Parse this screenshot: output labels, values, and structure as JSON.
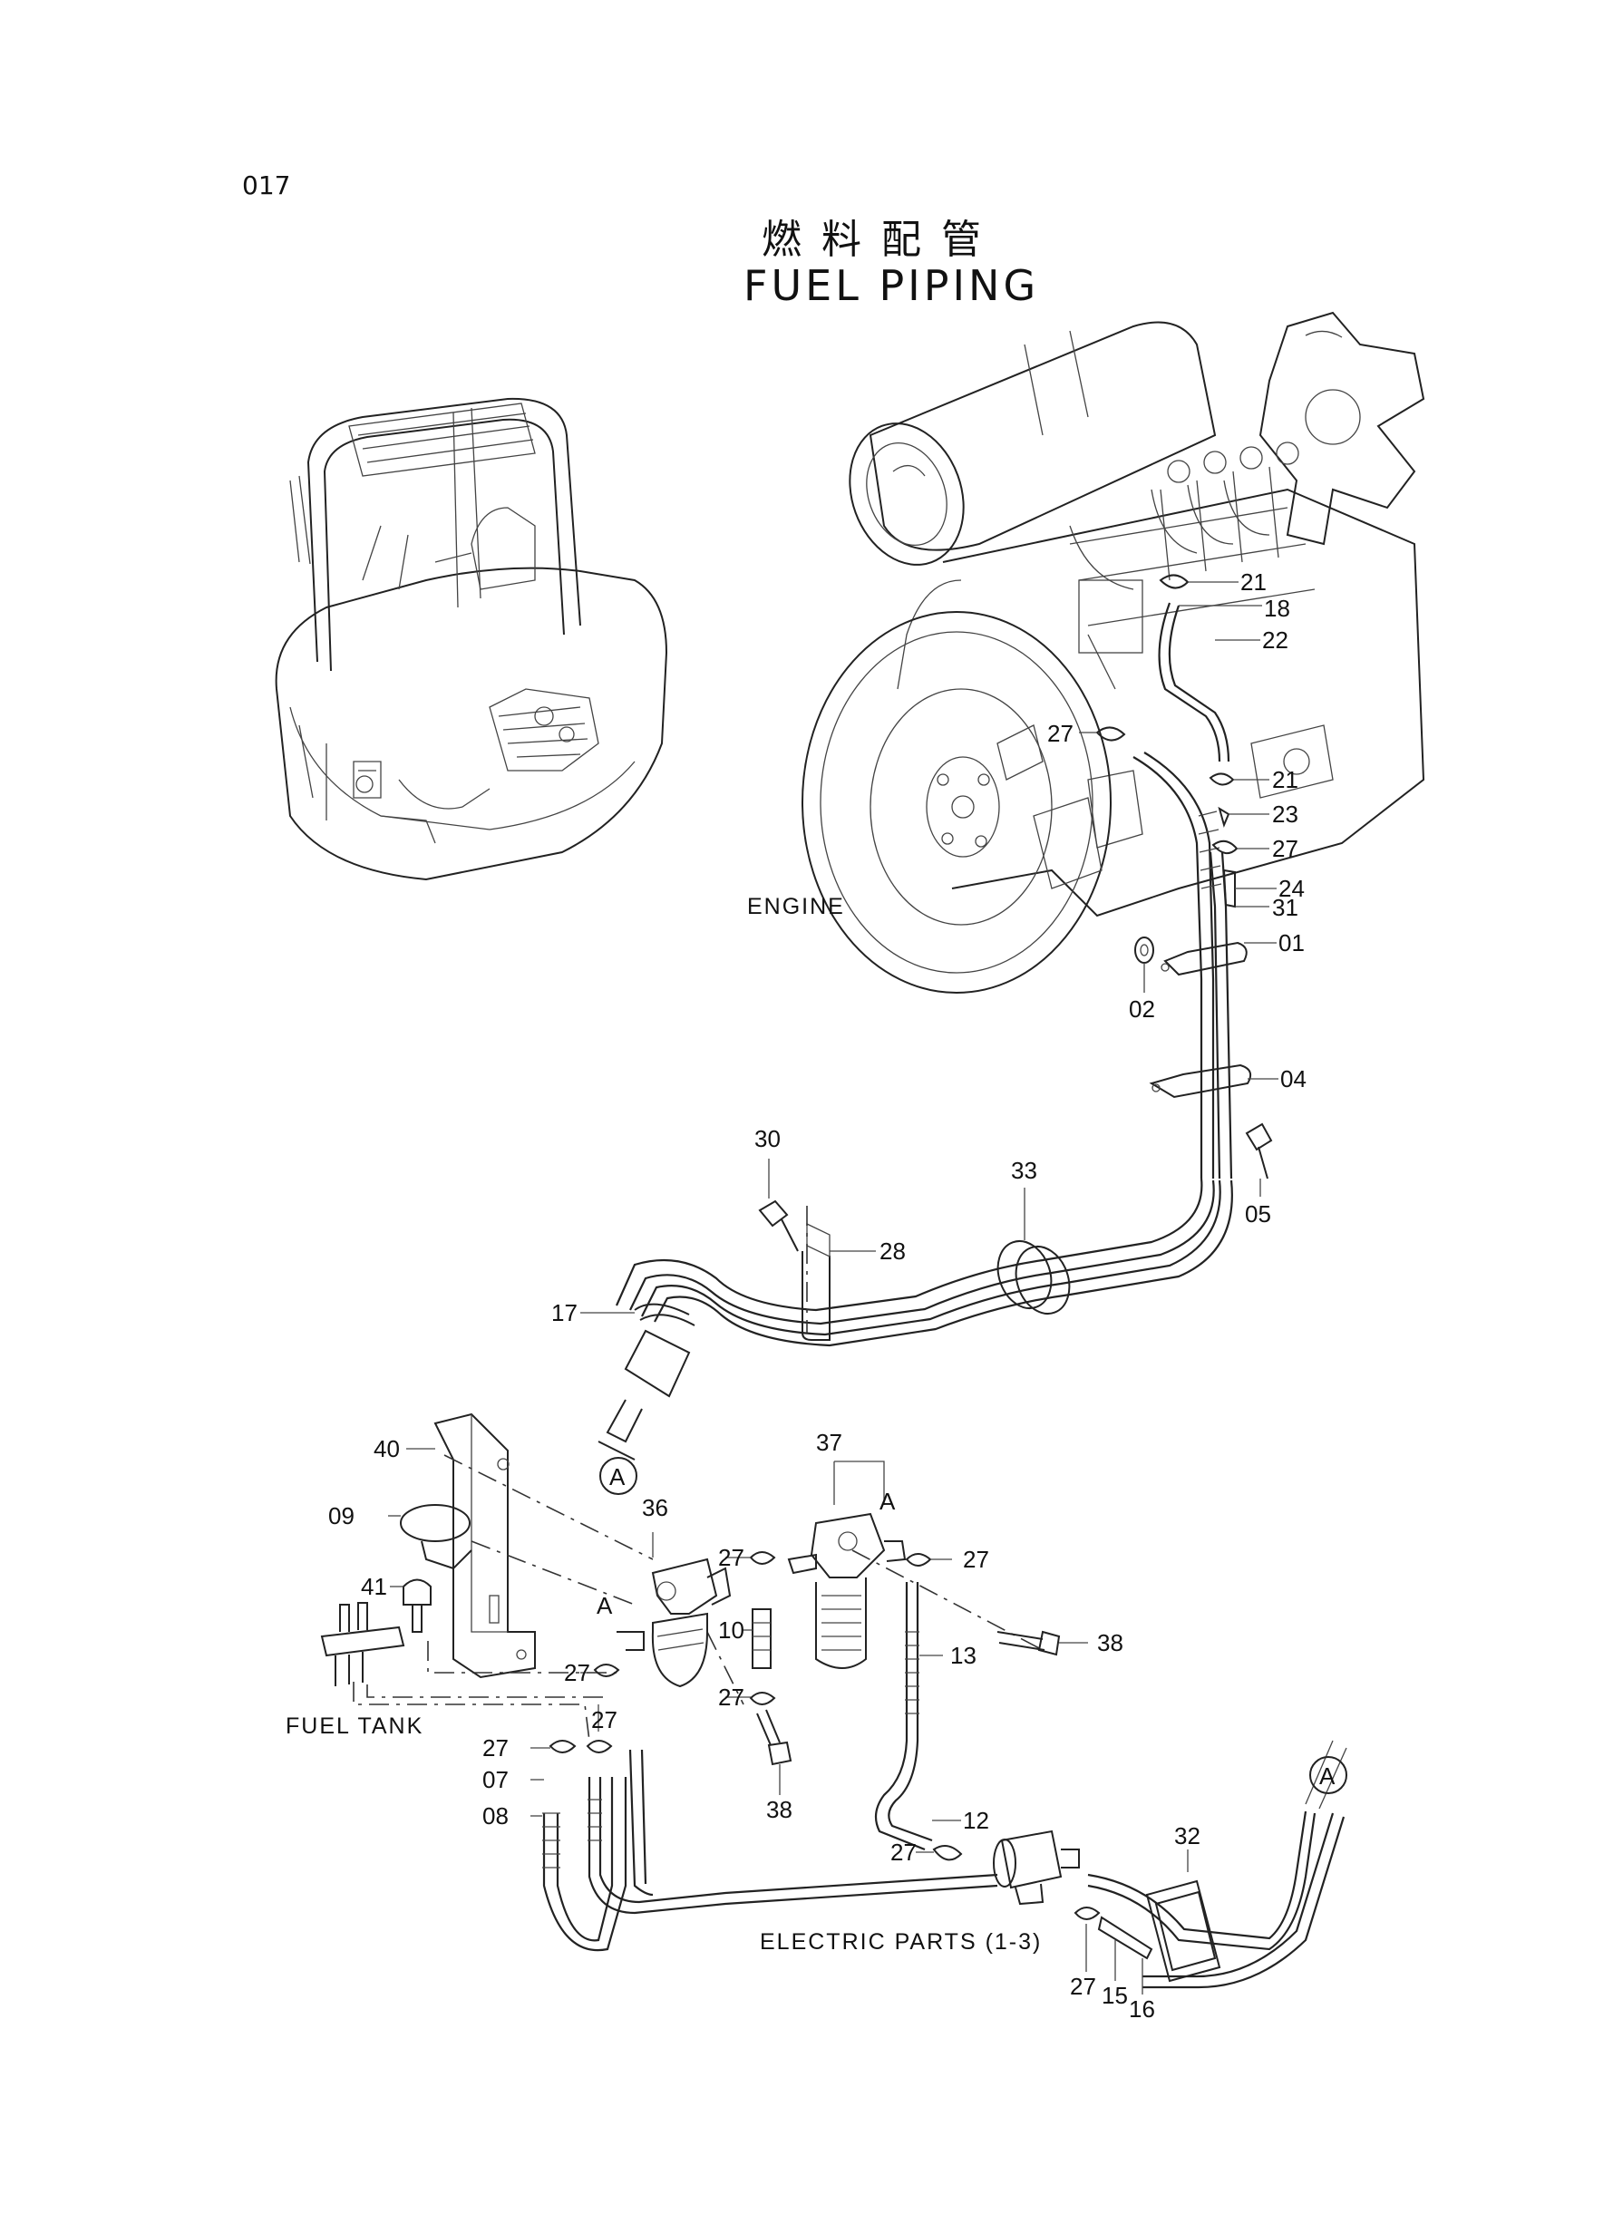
{
  "header": {
    "page_number": "017",
    "title_jp": "燃料配管",
    "title_en": "FUEL PIPING"
  },
  "captions": {
    "engine": "ENGINE",
    "fuel_tank": "FUEL TANK",
    "electric_parts": "ELECTRIC PARTS (1-3)",
    "ref_a": "A"
  },
  "callouts": {
    "c21a": "21",
    "c18": "18",
    "c22": "22",
    "c27a": "27",
    "c21b": "21",
    "c23": "23",
    "c27b": "27",
    "c24": "24",
    "c31": "31",
    "c01": "01",
    "c02": "02",
    "c04": "04",
    "c05": "05",
    "c30": "30",
    "c33": "33",
    "c28": "28",
    "c17": "17",
    "c37": "37",
    "c40": "40",
    "c36": "36",
    "c09": "09",
    "c27c": "27",
    "c27d": "27",
    "c41": "41",
    "c10": "10",
    "c27e": "27",
    "c13": "13",
    "c38a": "38",
    "c27f": "27",
    "c27g": "27",
    "c38b": "38",
    "c27h": "27",
    "c07": "07",
    "c08": "08",
    "c12": "12",
    "c27i": "27",
    "c32": "32",
    "c27j": "27",
    "c15": "15",
    "c16": "16",
    "la": "A",
    "lb": "A"
  },
  "icons": [
    "excavator-illustration",
    "engine-illustration",
    "fuel-filter-icon",
    "water-separator-icon",
    "fuel-pump-icon",
    "bracket-icon",
    "bolt-icon",
    "clip-icon",
    "grommet-icon",
    "hose-icon"
  ]
}
